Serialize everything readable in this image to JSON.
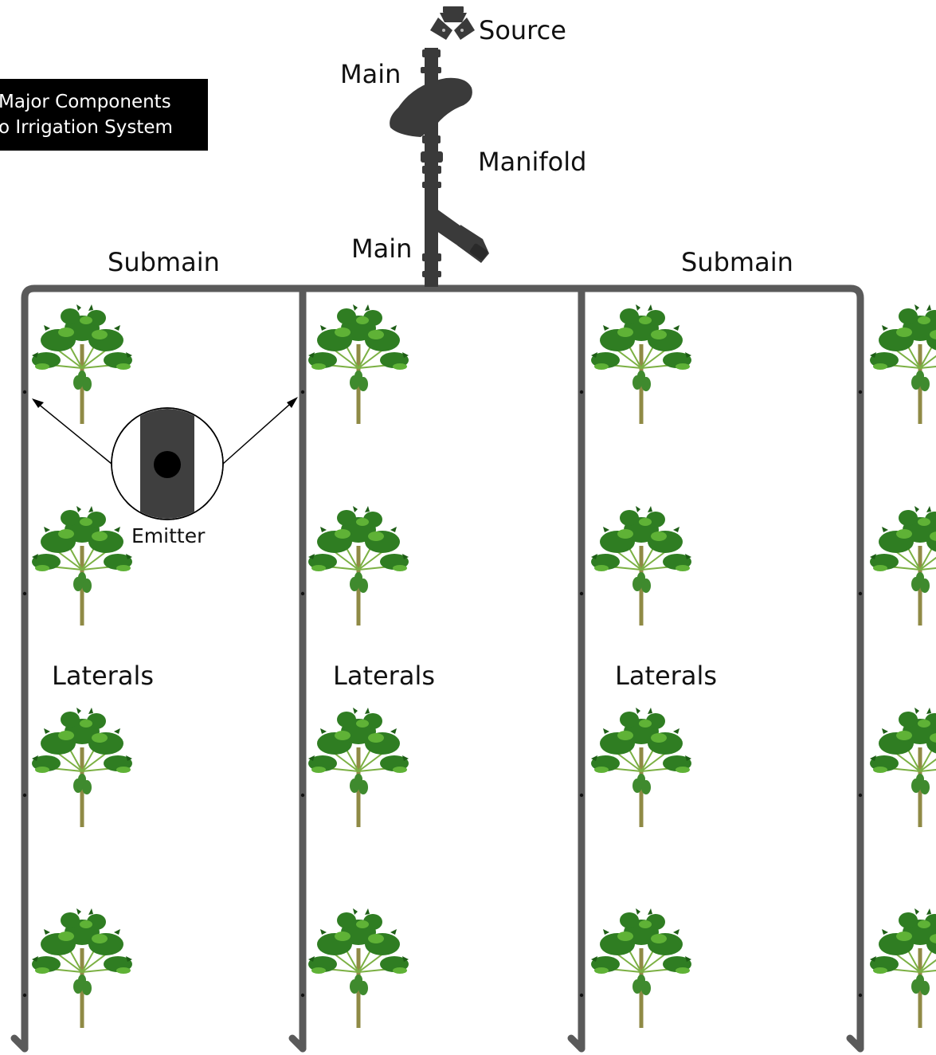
{
  "title": {
    "line1": "Major Components",
    "line2": "o Irrigation System"
  },
  "labels": {
    "source": "Source",
    "main_top": "Main",
    "manifold": "Manifold",
    "main_lower": "Main",
    "submain_left": "Submain",
    "submain_right": "Submain",
    "emitter": "Emitter",
    "laterals_1": "Laterals",
    "laterals_2": "Laterals",
    "laterals_3": "Laterals"
  },
  "colors": {
    "pipe": "#5a5a5a",
    "fitting": "#3a3a3a",
    "leaf_dark": "#2f7d22",
    "leaf_light": "#5fb236",
    "trunk": "#8f8a45",
    "fruit": "#3f8a2e",
    "title_bg": "#000000",
    "title_text": "#ffffff"
  },
  "icons": [
    "source-valve-icon",
    "backflow-preventer-icon",
    "filter-icon",
    "papaya-tree-icon",
    "emitter-magnifier-icon"
  ]
}
